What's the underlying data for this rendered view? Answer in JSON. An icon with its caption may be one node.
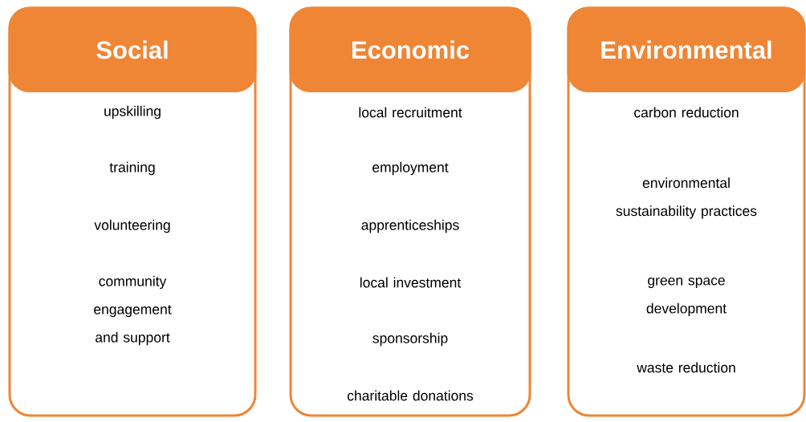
{
  "diagram": {
    "nodes": [
      {
        "text": [
          "Social",
          "upskilling",
          "training",
          "volunteering",
          "community engagement and support"
        ]
      },
      {
        "text": [
          "Economic",
          "local recruitment",
          "employment",
          "apprenticeships",
          "local investment",
          "sponsorship",
          "charitable donations"
        ]
      },
      {
        "text": [
          "Environmental",
          "carbon reduction",
          "environmental sustainability practices",
          "green space development",
          "waste reduction"
        ]
      }
    ]
  }
}
